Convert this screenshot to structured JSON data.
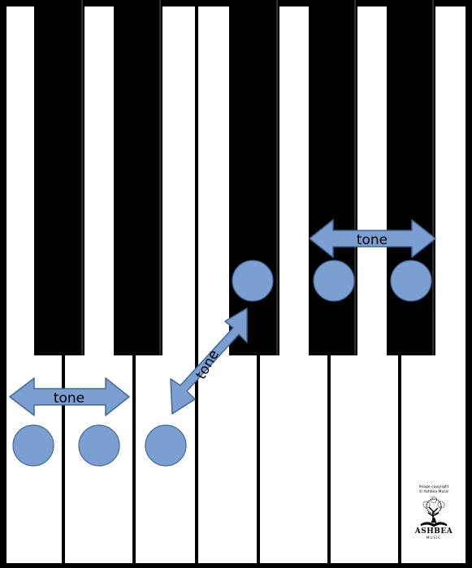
{
  "diagram": {
    "labels": {
      "left_arrow": "tone",
      "diagonal_arrow": "tone",
      "right_arrow": "tone"
    }
  },
  "logo": {
    "copyright_line1": "Image copyright",
    "copyright_line2": "© Ashbea Music",
    "brand": "ASHBEA",
    "sub": "MUSIC"
  },
  "colors": {
    "marker_fill": "#7b9fd0",
    "marker_stroke": "#41689a",
    "arrow_fill": "#7b9fd0",
    "arrow_stroke": "#41689a",
    "black_key": "#000000",
    "white_key": "#ffffff"
  },
  "icons": [
    "tree-logo-icon"
  ]
}
